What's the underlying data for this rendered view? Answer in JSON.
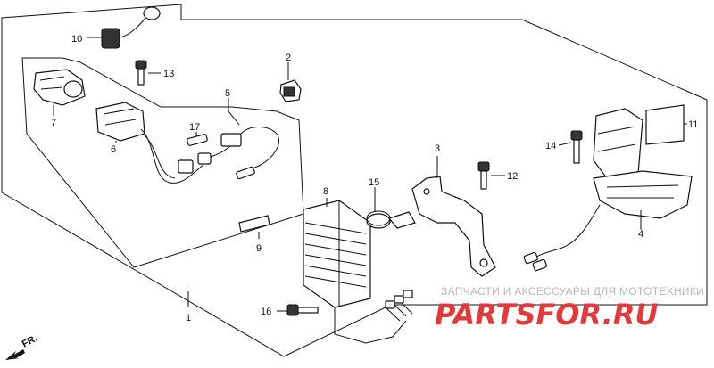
{
  "diagram": {
    "callouts": {
      "p1": "1",
      "p2": "2",
      "p3": "3",
      "p4": "4",
      "p5": "5",
      "p6": "6",
      "p7": "7",
      "p8": "8",
      "p9": "9",
      "p10": "10",
      "p11": "11",
      "p12": "12",
      "p13": "13",
      "p14": "14",
      "p15": "15",
      "p16": "16",
      "p17": "17"
    },
    "direction_label": "FR."
  },
  "watermark": {
    "caption": "ЗАПЧАСТИ И АКСЕССУАРЫ ДЛЯ МОТОТЕХНИКИ",
    "logo": "PARTSFOR.RU",
    "logo_color": "#e23a3a"
  }
}
